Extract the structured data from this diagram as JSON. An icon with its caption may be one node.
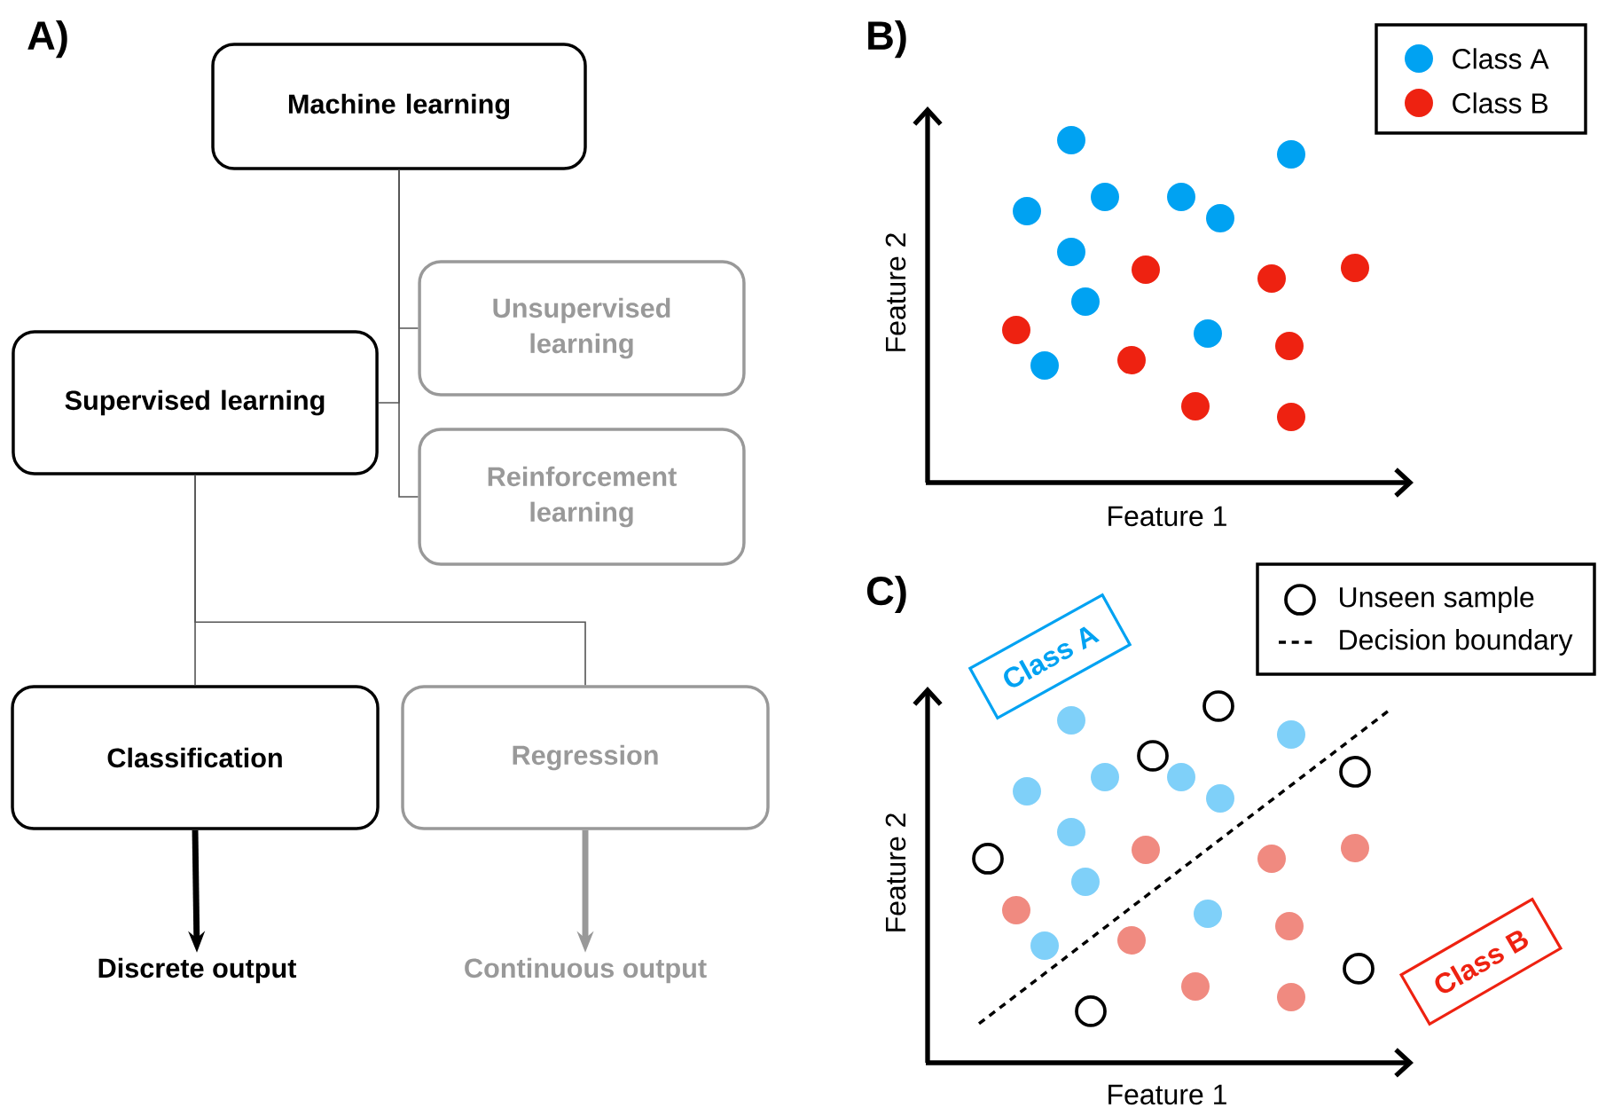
{
  "diagram": {
    "nodes": [
      {
        "text": [
          "Machine learning"
        ]
      },
      {
        "text": [
          "Supervised learning"
        ]
      },
      {
        "text": [
          "Unsupervised learning"
        ]
      },
      {
        "text": [
          "Reinforcement learning"
        ]
      },
      {
        "text": [
          "Classification"
        ]
      },
      {
        "text": [
          "Regression"
        ]
      },
      {
        "text": [
          "Discrete output"
        ]
      },
      {
        "text": [
          "Continuous output"
        ]
      },
      {
        "text": [
          "Class A"
        ]
      },
      {
        "text": [
          "Class B"
        ]
      }
    ],
    "edges": [
      {
        "from": 0,
        "to": 1,
        "arrow": "none"
      },
      {
        "from": 0,
        "to": 2,
        "arrow": "none"
      },
      {
        "from": 0,
        "to": 3,
        "arrow": "none"
      },
      {
        "from": 1,
        "to": 4,
        "arrow": "none"
      },
      {
        "from": 1,
        "to": 5,
        "arrow": "none"
      },
      {
        "from": 4,
        "to": 6,
        "arrow": "to",
        "style": "thick",
        "color": "#000000"
      },
      {
        "from": 5,
        "to": 7,
        "arrow": "to",
        "style": "thick",
        "color": "#999999"
      }
    ],
    "labels": [
      "A)",
      "B)",
      "Feature 2",
      "Feature 1",
      "C)",
      "Feature 2",
      "Feature 1"
    ],
    "legend": [
      {
        "text": "Class A",
        "color": "#00a2f2"
      },
      {
        "text": "Class B",
        "color": "#ee2211"
      },
      {
        "text": "Unseen sample"
      },
      {
        "text": "Decision boundary"
      }
    ]
  }
}
